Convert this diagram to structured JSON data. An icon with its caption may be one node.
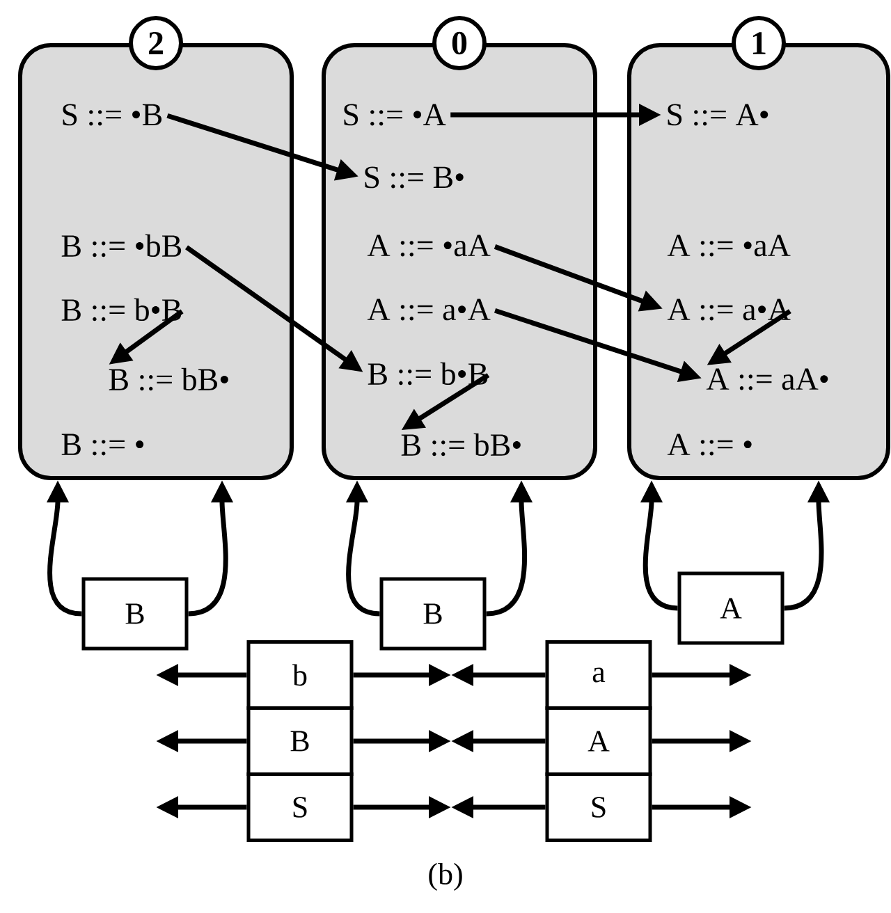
{
  "diagram": {
    "caption": "(b)",
    "nodes": [
      {
        "text": [
          "2"
        ]
      },
      {
        "text": [
          "S ::= •B"
        ],
        "in": 0
      },
      {
        "text": [
          "B ::= •bB"
        ],
        "in": 0
      },
      {
        "text": [
          "B ::= b•B"
        ],
        "in": 0
      },
      {
        "text": [
          "B ::= bB•"
        ],
        "in": 0
      },
      {
        "text": [
          "B ::= •"
        ],
        "in": 0
      },
      {
        "text": [
          "0"
        ]
      },
      {
        "text": [
          "S ::= •A"
        ],
        "in": 6
      },
      {
        "text": [
          "S ::= B•"
        ],
        "in": 6
      },
      {
        "text": [
          "A ::= •aA"
        ],
        "in": 6
      },
      {
        "text": [
          "A ::= a•A"
        ],
        "in": 6
      },
      {
        "text": [
          "B ::= b•B"
        ],
        "in": 6
      },
      {
        "text": [
          "B ::= bB•"
        ],
        "in": 6
      },
      {
        "text": [
          "1"
        ]
      },
      {
        "text": [
          "S ::= A•"
        ],
        "in": 13
      },
      {
        "text": [
          "A ::= •aA"
        ],
        "in": 13
      },
      {
        "text": [
          "A ::= a•A"
        ],
        "in": 13
      },
      {
        "text": [
          "A ::= aA•"
        ],
        "in": 13
      },
      {
        "text": [
          "A ::= •"
        ],
        "in": 13
      },
      {
        "text": [
          "B"
        ]
      },
      {
        "text": [
          "B"
        ]
      },
      {
        "text": [
          "A"
        ]
      },
      {
        "text": [
          "b"
        ]
      },
      {
        "text": [
          "B"
        ]
      },
      {
        "text": [
          "S"
        ]
      },
      {
        "text": [
          "a"
        ]
      },
      {
        "text": [
          "A"
        ]
      },
      {
        "text": [
          "S"
        ]
      }
    ],
    "edges": [
      {
        "from": 1,
        "to": 8,
        "arrow": "to"
      },
      {
        "from": 2,
        "to": 11,
        "arrow": "to"
      },
      {
        "from": 3,
        "to": 4,
        "arrow": "to"
      },
      {
        "from": 7,
        "to": 14,
        "arrow": "to"
      },
      {
        "from": 9,
        "to": 16,
        "arrow": "to"
      },
      {
        "from": 10,
        "to": 17,
        "arrow": "to"
      },
      {
        "from": 16,
        "to": 17,
        "arrow": "to"
      },
      {
        "from": 11,
        "to": 12,
        "arrow": "to"
      },
      {
        "from": 19,
        "to": 0,
        "arrow": "to"
      },
      {
        "from": 19,
        "to": 0,
        "arrow": "to"
      },
      {
        "from": 20,
        "to": 6,
        "arrow": "to"
      },
      {
        "from": 20,
        "to": 6,
        "arrow": "to"
      },
      {
        "from": 21,
        "to": 13,
        "arrow": "to"
      },
      {
        "from": 21,
        "to": 13,
        "arrow": "to"
      },
      {
        "from": 22,
        "to": null,
        "arrow": "to"
      },
      {
        "from": 22,
        "to": null,
        "arrow": "to"
      },
      {
        "from": 23,
        "to": null,
        "arrow": "to"
      },
      {
        "from": 23,
        "to": null,
        "arrow": "to"
      },
      {
        "from": 24,
        "to": null,
        "arrow": "to"
      },
      {
        "from": 24,
        "to": null,
        "arrow": "to"
      },
      {
        "from": 25,
        "to": null,
        "arrow": "to"
      },
      {
        "from": 25,
        "to": null,
        "arrow": "to"
      },
      {
        "from": 26,
        "to": null,
        "arrow": "to"
      },
      {
        "from": 26,
        "to": null,
        "arrow": "to"
      },
      {
        "from": 27,
        "to": null,
        "arrow": "to"
      },
      {
        "from": 27,
        "to": null,
        "arrow": "to"
      }
    ]
  }
}
